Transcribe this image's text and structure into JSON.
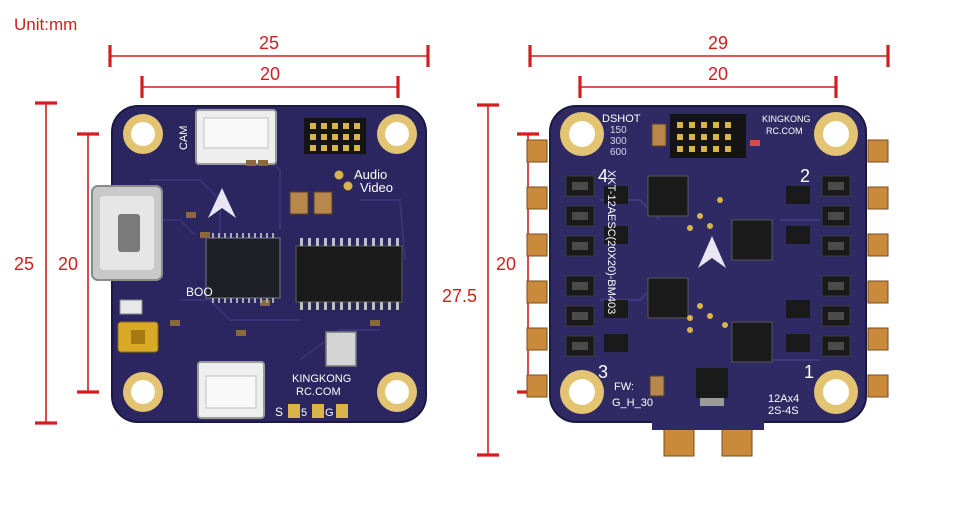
{
  "unit_label": "Unit:mm",
  "colors": {
    "dimension": "#d21e1e",
    "pcb": "#2b2560",
    "pcb_edge": "#1c1845",
    "gold": "#d9b44a",
    "copper": "#c98a3c",
    "connector": "#eeeeee",
    "chip": "#1a1a1a",
    "silkscreen": "#ffffff"
  },
  "flight_controller": {
    "dimensions": {
      "outer_width": "25",
      "hole_spacing_width": "20",
      "outer_height": "25",
      "hole_spacing_height": "20"
    },
    "silkscreen": {
      "cam": "CAM",
      "audio": "Audio",
      "video": "Video",
      "boot": "BOO",
      "brand_line1": "KINGKONG",
      "brand_line2": "RC.COM",
      "pads": [
        "S",
        "5",
        "G"
      ]
    }
  },
  "esc": {
    "dimensions": {
      "outer_width": "29",
      "hole_spacing_width": "20",
      "outer_height": "27.5",
      "hole_spacing_height": "20"
    },
    "silkscreen": {
      "protocol": "DSHOT",
      "rates": [
        "150",
        "300",
        "600"
      ],
      "brand_line1": "KINGKONG",
      "brand_line2": "RC.COM",
      "model": "XKT-12AESC(20X20)-BM403",
      "motor_numbers": [
        "4",
        "2",
        "3",
        "1"
      ],
      "firmware": "FW: ",
      "firmware_id": "G_H_30",
      "rating_line1": "12Ax4",
      "rating_line2": "2S-4S"
    }
  }
}
